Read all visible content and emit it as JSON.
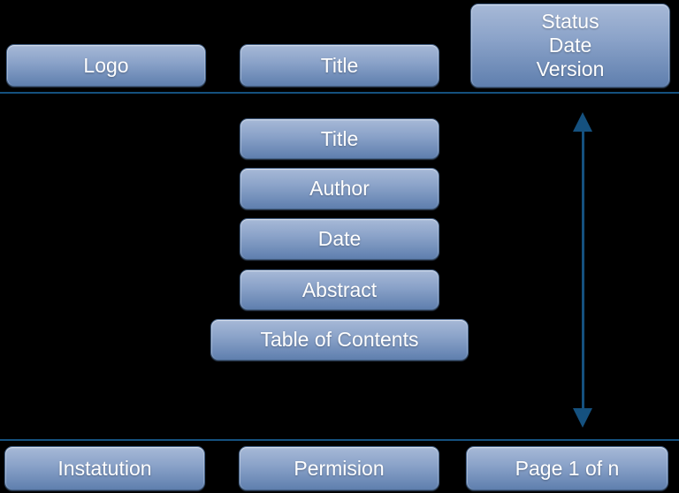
{
  "colors": {
    "background": "#000000",
    "box_fill_top": "#A7B9D7",
    "box_fill_bottom": "#5F7FAE",
    "box_border": "#466389",
    "line": "#15517F",
    "text": "#FFFFFF"
  },
  "top_row": {
    "logo_label": "Logo",
    "title_label": "Title",
    "status_lines": [
      "Status",
      "Date",
      "Version"
    ]
  },
  "front_matter": {
    "title_label": "Title",
    "author_label": "Author",
    "date_label": "Date",
    "abstract_label": "Abstract",
    "toc_label": "Table of Contents"
  },
  "bottom_row": {
    "institution_label": "Instatution",
    "permission_label": "Permision",
    "page_label": "Page 1 of n"
  }
}
